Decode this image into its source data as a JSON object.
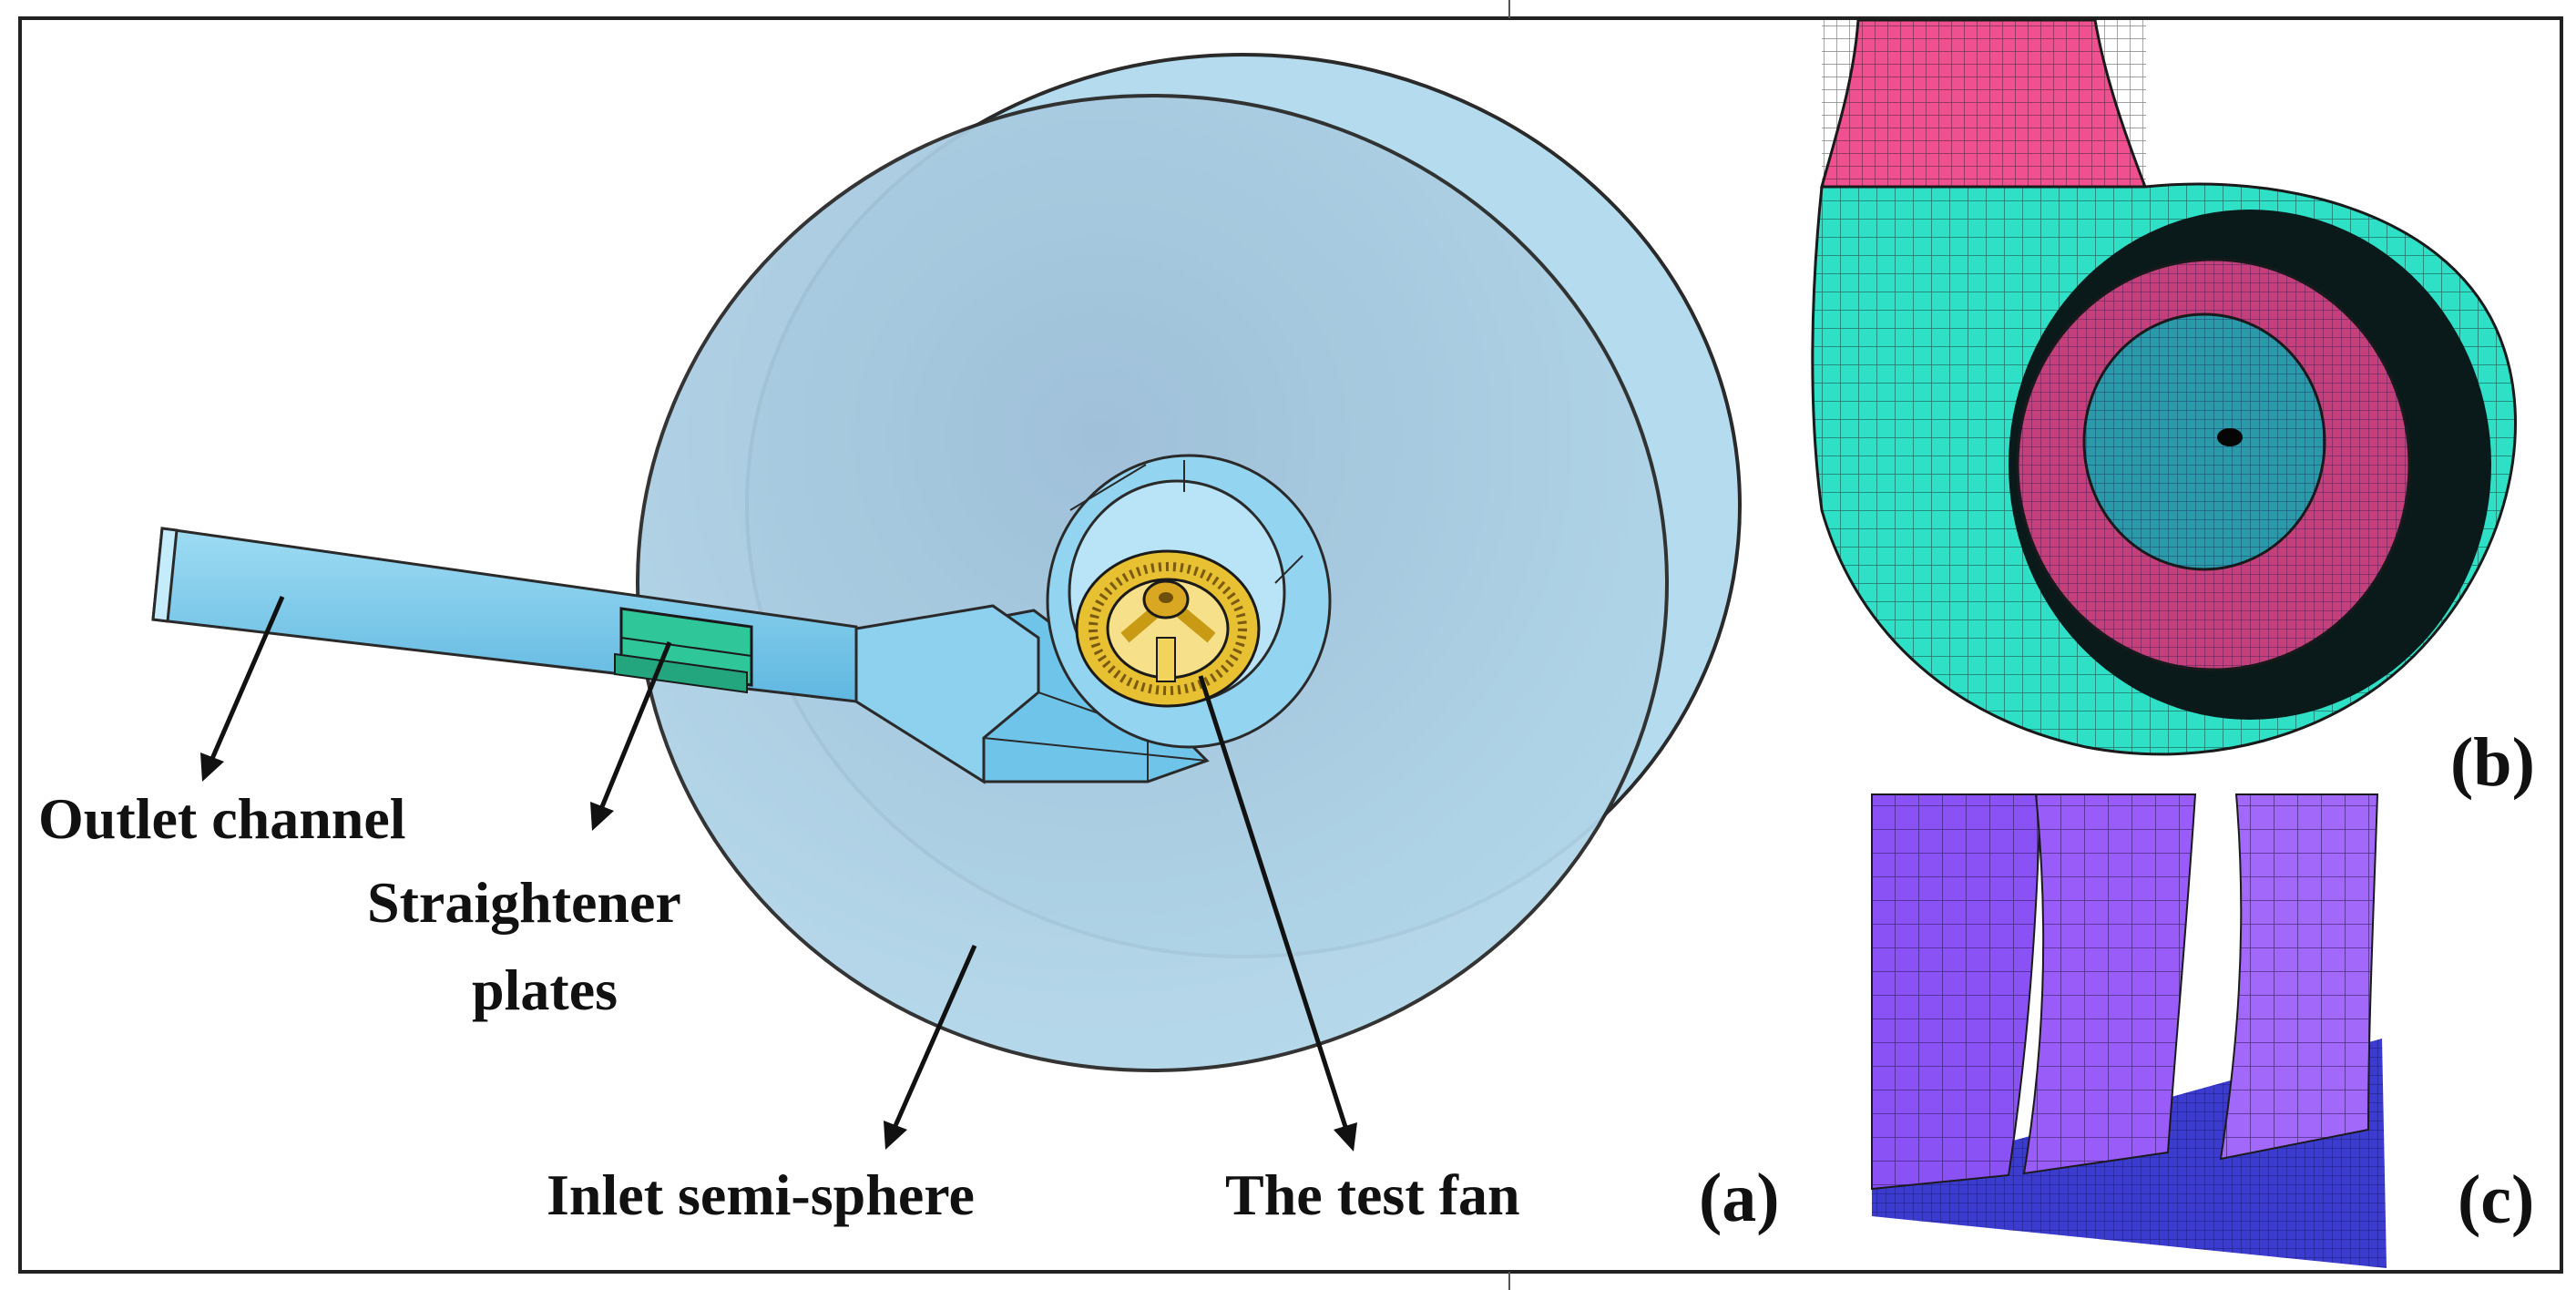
{
  "labels": {
    "outlet_channel": "Outlet channel",
    "straightener_line1": "Straightener",
    "straightener_line2": "plates",
    "inlet_semi_sphere": "Inlet semi-sphere",
    "test_fan": "The test fan"
  },
  "panels": {
    "a": "(a)",
    "b": "(b)",
    "c": "(c)"
  },
  "colors": {
    "sphere_fill": "#a9cfe3",
    "sphere_edge": "#2a2a2a",
    "channel": "#79c9ea",
    "straightener": "#2fc79a",
    "fan_gold": "#e2b92a",
    "mesh_pink": "#f0508f",
    "mesh_cyan": "#2ee0c6",
    "mesh_magenta": "#c5407a",
    "blade_purple": "#8a52f5",
    "hub_blue": "#3b3bd0"
  }
}
